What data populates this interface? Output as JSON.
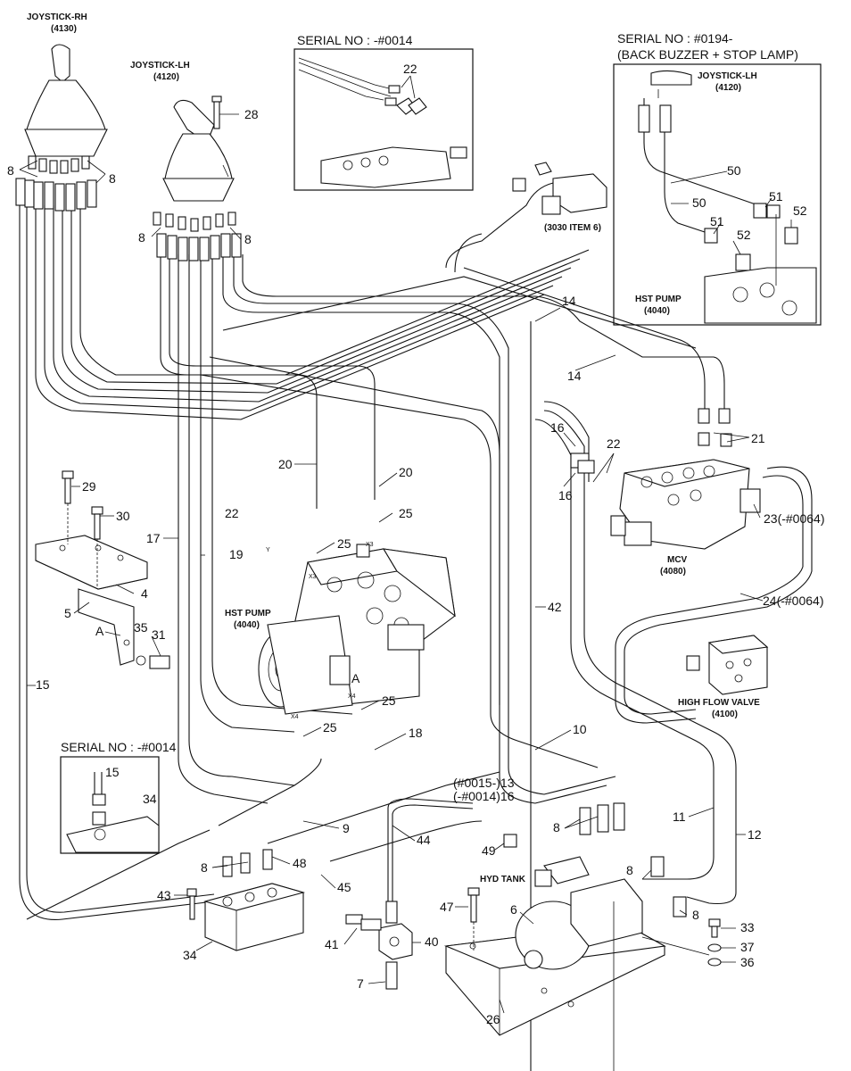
{
  "titles": {
    "joystick_rh": "JOYSTICK-RH",
    "joystick_rh_code": "(4130)",
    "joystick_lh": "JOYSTICK-LH",
    "joystick_lh_code": "(4120)",
    "serial_top": "SERIAL NO : -#0014",
    "serial_right_1": "SERIAL NO : #0194-",
    "serial_right_2": "(BACK BUZZER + STOP LAMP)",
    "inset_joystick_lh": "JOYSTICK-LH",
    "inset_joystick_lh_code": "(4120)",
    "inset_hst_pump": "HST PUMP",
    "inset_hst_pump_code": "(4040)",
    "item_3030": "(3030 ITEM 6)",
    "hst_pump": "HST PUMP",
    "hst_pump_code": "(4040)",
    "mcv": "MCV",
    "mcv_code": "(4080)",
    "high_flow_valve": "HIGH FLOW VALVE",
    "high_flow_valve_code": "(4100)",
    "serial_bottom": "SERIAL NO : -#0014",
    "hyd_tank": "HYD TANK"
  },
  "callouts": {
    "c8": "8",
    "c28": "28",
    "c22": "22",
    "c50": "50",
    "c51": "51",
    "c52": "52",
    "c14": "14",
    "c16": "16",
    "c21": "21",
    "c20": "20",
    "c25": "25",
    "c29": "29",
    "c30": "30",
    "c17": "17",
    "c19": "19",
    "c4": "4",
    "c5": "5",
    "cA": "A",
    "c35": "35",
    "c31": "31",
    "c15": "15",
    "c23": "23(-#0064)",
    "c24": "24(-#0064)",
    "c42": "42",
    "c10": "10",
    "c18": "18",
    "c13_16": "(#0015-)13",
    "c13_16b": "(-#0014)16",
    "c9": "9",
    "c44": "44",
    "c11": "11",
    "c12": "12",
    "c48": "48",
    "c49": "49",
    "c43": "43",
    "c45": "45",
    "c47": "47",
    "c6": "6",
    "c34": "34",
    "c41": "41",
    "c40": "40",
    "c7": "7",
    "c33": "33",
    "c37": "37",
    "c36": "36",
    "c26": "26",
    "cX3": "X3",
    "cX4": "X4",
    "cY": "Y"
  }
}
